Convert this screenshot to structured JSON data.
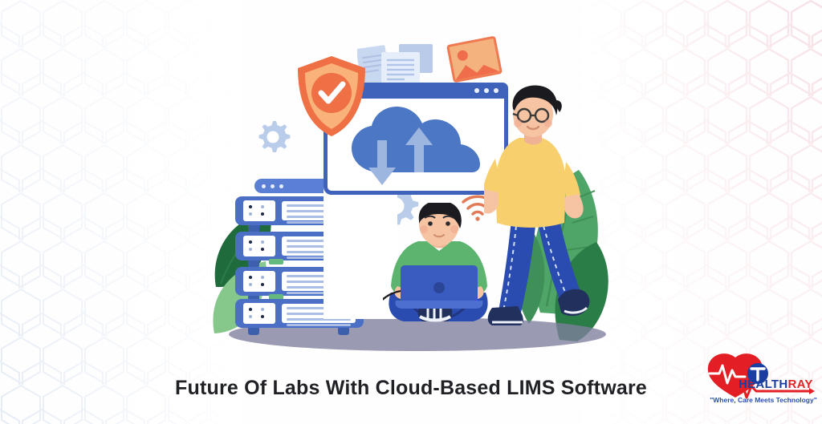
{
  "banner": {
    "caption": "Future Of Labs With Cloud-Based LIMS Software",
    "background_color": "#ffffff",
    "caption_color": "#1f2125"
  },
  "brand": {
    "name_part1": "HEALTH",
    "name_part2": "RAY",
    "tagline": "\"Where, Care Meets Technology\"",
    "heart_color": "#e31e24",
    "badge_letter": "T",
    "badge_color": "#1b3fa0",
    "name_color_primary": "#1b3fa0",
    "name_color_accent": "#e02323"
  },
  "illustration": {
    "shield_label": "security-shield-check",
    "shield_colors": {
      "outer": "#ef7045",
      "inner": "#f9b27a",
      "disc": "#ef7045",
      "check": "#ffffff"
    },
    "cloud_label": "cloud-sync-upload-download",
    "cloud_color": "#4c77c4",
    "arrow_color": "#9db6e0",
    "window_border_color": "#3f63bb",
    "window_dots": 3,
    "server_units": 4,
    "server_color": "#4a6fc4",
    "wifi_color": "#e07a57",
    "gear_color": "#b9cdeb",
    "documents_color": "#c6d6f0",
    "photo_card_color": "#f3b27e",
    "leaf_colors": {
      "dark": "#1f6b3b",
      "mid": "#4fa468",
      "light": "#86c78b"
    },
    "ground_shadow_color": "#7d7f9c",
    "person_sitting": {
      "label": "person-sitting-with-laptop",
      "sweater_color": "#5cb46e",
      "pants_color": "#2a4bb0",
      "laptop_color": "#3a5bbf",
      "hair_color": "#1b1b1f",
      "shoe_color": "#22305e"
    },
    "person_standing": {
      "label": "person-standing-with-glasses",
      "shirt_color": "#f7cf6d",
      "pants_color": "#2a4bb0",
      "hair_color": "#1b1b1f",
      "shoe_color": "#22305e",
      "glasses_color": "#3a3a3a"
    },
    "hex_pattern_left_color": "#eef2f9",
    "hex_pattern_right_color": "#fbe9ec"
  }
}
